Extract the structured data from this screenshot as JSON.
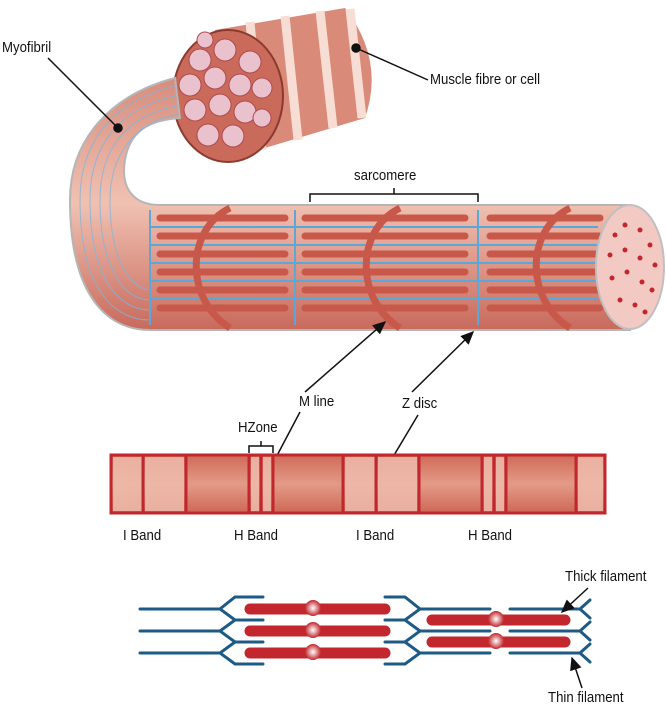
{
  "labels": {
    "myofibril": "Myofibril",
    "muscle_fibre": "Muscle fibre or cell",
    "sarcomere": "sarcomere",
    "m_line": "M line",
    "z_disc": "Z disc",
    "h_zone": "HZone",
    "bands": [
      "I Band",
      "H Band",
      "I Band",
      "H Band"
    ],
    "thick_filament": "Thick filament",
    "thin_filament": "Thin filament"
  },
  "colors": {
    "muscle_red": "#c8584a",
    "muscle_light": "#eab3a3",
    "myosin_red": "#c1272d",
    "actin_blue": "#1d5b86",
    "z_blue": "#5aa7d8"
  }
}
